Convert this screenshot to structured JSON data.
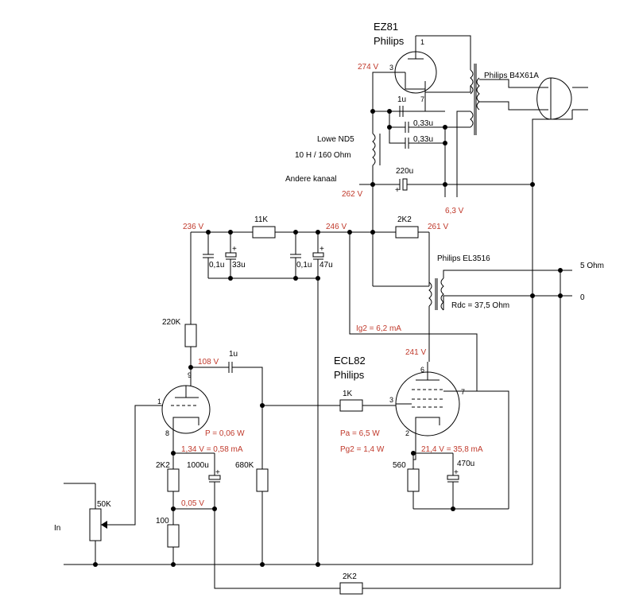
{
  "colors": {
    "wire": "#000000",
    "annotation": "#c0392b",
    "background": "#ffffff"
  },
  "tubes": {
    "rectifier": {
      "type": "EZ81",
      "brand": "Philips",
      "pin_1": "1",
      "pin_3": "3",
      "pin_7": "7"
    },
    "output": {
      "type": "ECL82",
      "brand": "Philips",
      "pin_2": "2",
      "pin_3": "3",
      "pin_6": "6",
      "pin_7": "7"
    },
    "input": {
      "pin_1": "1",
      "pin_8": "8",
      "pin_9": "9"
    }
  },
  "transformers": {
    "power": "Philips B4X61A",
    "output": "Philips EL3516",
    "output_rdc": "Rdc = 37,5 Ohm",
    "output_tap_5": "5 Ohm",
    "output_tap_0": "0"
  },
  "choke": {
    "name": "Lowe ND5",
    "spec": "10 H / 160 Ohm"
  },
  "labels": {
    "other_channel": "Andere kanaal",
    "input": "In"
  },
  "components": {
    "c_1u_top": "1u",
    "c_033_a": "0,33u",
    "c_033_b": "0,33u",
    "c_220u": "220u",
    "r_11k": "11K",
    "r_2k2_top": "2K2",
    "c_01_a": "0,1u",
    "c_33u": "33u",
    "c_01_b": "0,1u",
    "c_47u": "47u",
    "r_220k": "220K",
    "c_1u_coupling": "1u",
    "r_1k": "1K",
    "r_2k2_bias": "2K2",
    "c_1000u": "1000u",
    "r_680k": "680K",
    "r_100": "100",
    "r_560": "560",
    "c_470u": "470u",
    "pot_50k": "50K",
    "r_2k2_fb": "2K2",
    "plus": "+"
  },
  "voltages": {
    "v274": "274 V",
    "v262": "262 V",
    "v63": "6,3 V",
    "v236": "236 V",
    "v246": "246 V",
    "v261": "261 V",
    "ig2": "Ig2 = 6,2 mA",
    "v241": "241 V",
    "v108": "108 V",
    "p_pre": "P = 0,06 W",
    "v134": "1,34 V = 0,58 mA",
    "pa": "Pa    = 6,5 W",
    "pg2": "Pg2 = 1,4 W",
    "v214": "21,4 V = 35,8 mA",
    "v005": "0,05 V"
  }
}
